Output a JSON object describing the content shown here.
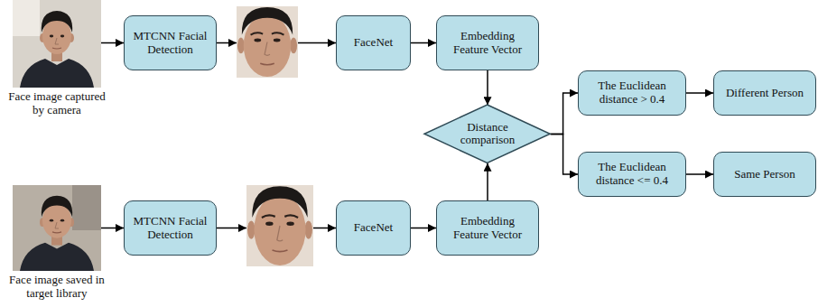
{
  "diagram": {
    "nodes": [
      {
        "text": [
          "Face image captured by camera"
        ]
      },
      {
        "text": [
          "MTCNN Facial Detection"
        ]
      },
      {
        "text": [
          "FaceNet"
        ]
      },
      {
        "text": [
          "Embedding Feature Vector"
        ]
      },
      {
        "text": [
          "Distance comparison"
        ]
      },
      {
        "text": [
          "The Euclidean distance > 0.4"
        ]
      },
      {
        "text": [
          "Different Person"
        ]
      },
      {
        "text": [
          "The Euclidean distance <= 0.4"
        ]
      },
      {
        "text": [
          "Same Person"
        ]
      },
      {
        "text": [
          "Face image saved in target library"
        ]
      },
      {
        "text": [
          "MTCNN Facial Detection"
        ]
      },
      {
        "text": [
          "FaceNet"
        ]
      },
      {
        "text": [
          "Embedding Feature Vector"
        ]
      }
    ],
    "edges": [
      {
        "from": 0,
        "to": 1,
        "arrow": "to"
      },
      {
        "from": 2,
        "to": 3,
        "arrow": "to"
      },
      {
        "from": 3,
        "to": 4,
        "arrow": "to"
      },
      {
        "from": 4,
        "to": 5,
        "arrow": "to"
      },
      {
        "from": 4,
        "to": 7,
        "arrow": "to"
      },
      {
        "from": 5,
        "to": 6,
        "arrow": "to"
      },
      {
        "from": 7,
        "to": 8,
        "arrow": "to"
      },
      {
        "from": 9,
        "to": 10,
        "arrow": "to"
      },
      {
        "from": 11,
        "to": 12,
        "arrow": "to"
      },
      {
        "from": 12,
        "to": 4,
        "arrow": "to"
      }
    ]
  }
}
